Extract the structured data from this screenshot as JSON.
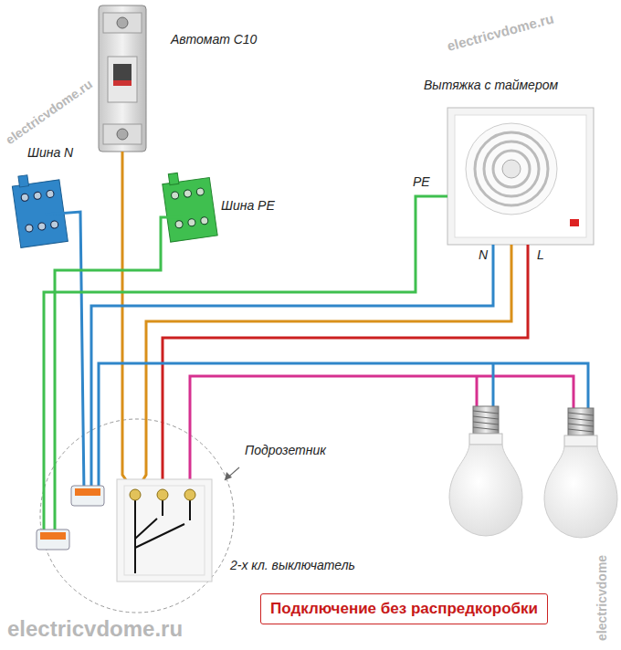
{
  "diagram": {
    "caption": "Подключение без распредкоробки",
    "labels": [
      "Автомат С10",
      "Шина N",
      "Шина PE",
      "Вытяжка с таймером",
      "PE",
      "N",
      "L",
      "Подрозетник",
      "2-х кл. выключатель",
      "electricvdome.ru",
      "electricvdome.ru",
      "electricvdome.ru",
      "electricvdome"
    ]
  }
}
